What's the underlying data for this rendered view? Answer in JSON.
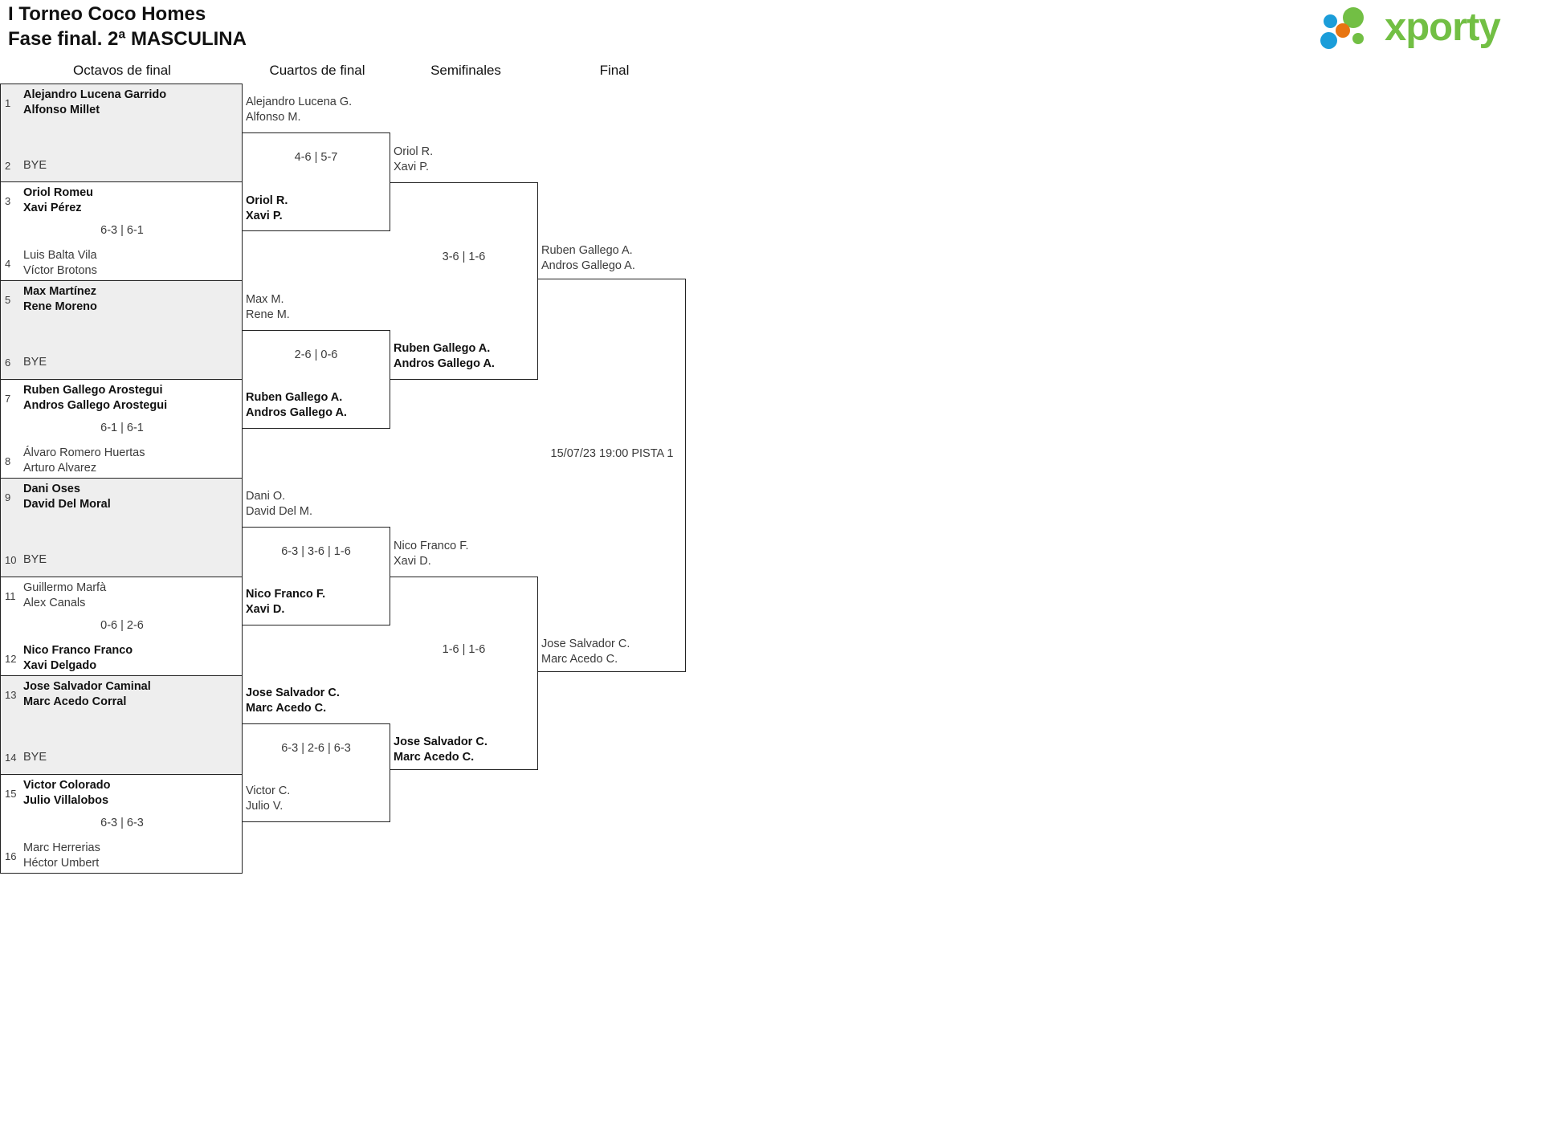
{
  "header": {
    "title_line1": "I Torneo Coco Homes",
    "title_line2": "Fase final. 2ª MASCULINA",
    "logo_text": "xporty",
    "logo_colors": {
      "green": "#72bf44",
      "blue": "#1b9dd9",
      "orange": "#e87511"
    }
  },
  "rounds": [
    {
      "label": "Octavos de final"
    },
    {
      "label": "Cuartos de final"
    },
    {
      "label": "Semifinales"
    },
    {
      "label": "Final"
    }
  ],
  "round1": {
    "matches": [
      {
        "bye": true,
        "score": "",
        "top": {
          "seed": "1",
          "p1": "Alejandro Lucena Garrido",
          "p2": "Alfonso Millet",
          "winner": true
        },
        "bottom": {
          "seed": "2",
          "p1": "BYE",
          "p2": "",
          "winner": false
        }
      },
      {
        "bye": false,
        "score": "6-3 | 6-1",
        "top": {
          "seed": "3",
          "p1": "Oriol Romeu",
          "p2": "Xavi Pérez",
          "winner": true
        },
        "bottom": {
          "seed": "4",
          "p1": "Luis Balta Vila",
          "p2": "Víctor Brotons",
          "winner": false
        }
      },
      {
        "bye": true,
        "score": "",
        "top": {
          "seed": "5",
          "p1": "Max Martínez",
          "p2": "Rene Moreno",
          "winner": true
        },
        "bottom": {
          "seed": "6",
          "p1": "BYE",
          "p2": "",
          "winner": false
        }
      },
      {
        "bye": false,
        "score": "6-1 | 6-1",
        "top": {
          "seed": "7",
          "p1": "Ruben Gallego Arostegui",
          "p2": "Andros Gallego Arostegui",
          "winner": true
        },
        "bottom": {
          "seed": "8",
          "p1": "Álvaro Romero Huertas",
          "p2": "Arturo Alvarez",
          "winner": false
        }
      },
      {
        "bye": true,
        "score": "",
        "top": {
          "seed": "9",
          "p1": "Dani Oses",
          "p2": "David Del Moral",
          "winner": true
        },
        "bottom": {
          "seed": "10",
          "p1": "BYE",
          "p2": "",
          "winner": false
        }
      },
      {
        "bye": false,
        "score": "0-6 | 2-6",
        "top": {
          "seed": "11",
          "p1": "Guillermo Marfà",
          "p2": "Alex Canals",
          "winner": false
        },
        "bottom": {
          "seed": "12",
          "p1": "Nico Franco Franco",
          "p2": "Xavi Delgado",
          "winner": true
        }
      },
      {
        "bye": true,
        "score": "",
        "top": {
          "seed": "13",
          "p1": "Jose Salvador Caminal",
          "p2": "Marc Acedo Corral",
          "winner": true
        },
        "bottom": {
          "seed": "14",
          "p1": "BYE",
          "p2": "",
          "winner": false
        }
      },
      {
        "bye": false,
        "score": "6-3 | 6-3",
        "top": {
          "seed": "15",
          "p1": "Victor Colorado",
          "p2": "Julio Villalobos",
          "winner": true
        },
        "bottom": {
          "seed": "16",
          "p1": "Marc Herrerias",
          "p2": "Héctor Umbert",
          "winner": false
        }
      }
    ]
  },
  "round2": {
    "matches": [
      {
        "score": "4-6 | 5-7",
        "top": {
          "p1": "Alejandro Lucena G.",
          "p2": "Alfonso M.",
          "winner": false
        },
        "bottom": {
          "p1": "Oriol R.",
          "p2": "Xavi P.",
          "winner": true
        }
      },
      {
        "score": "2-6 | 0-6",
        "top": {
          "p1": "Max M.",
          "p2": "Rene M.",
          "winner": false
        },
        "bottom": {
          "p1": "Ruben Gallego A.",
          "p2": "Andros Gallego A.",
          "winner": true
        }
      },
      {
        "score": "6-3 | 3-6 | 1-6",
        "top": {
          "p1": "Dani O.",
          "p2": "David Del M.",
          "winner": false
        },
        "bottom": {
          "p1": "Nico Franco F.",
          "p2": "Xavi D.",
          "winner": true
        }
      },
      {
        "score": "6-3 | 2-6 | 6-3",
        "top": {
          "p1": "Jose Salvador C.",
          "p2": "Marc Acedo C.",
          "winner": true
        },
        "bottom": {
          "p1": "Victor C.",
          "p2": "Julio V.",
          "winner": false
        }
      }
    ]
  },
  "round3": {
    "matches": [
      {
        "score": "3-6 | 1-6",
        "top": {
          "p1": "Oriol R.",
          "p2": "Xavi P.",
          "winner": false
        },
        "bottom": {
          "p1": "Ruben Gallego A.",
          "p2": "Andros Gallego A.",
          "winner": true
        }
      },
      {
        "score": "1-6 | 1-6",
        "top": {
          "p1": "Nico Franco F.",
          "p2": "Xavi D.",
          "winner": false
        },
        "bottom": {
          "p1": "Jose Salvador C.",
          "p2": "Marc Acedo C.",
          "winner": true
        }
      }
    ]
  },
  "round4": {
    "info": "15/07/23 19:00 PISTA 1",
    "top": {
      "p1": "Ruben Gallego A.",
      "p2": "Andros Gallego A."
    },
    "bottom": {
      "p1": "Jose Salvador C.",
      "p2": "Marc Acedo C."
    }
  }
}
